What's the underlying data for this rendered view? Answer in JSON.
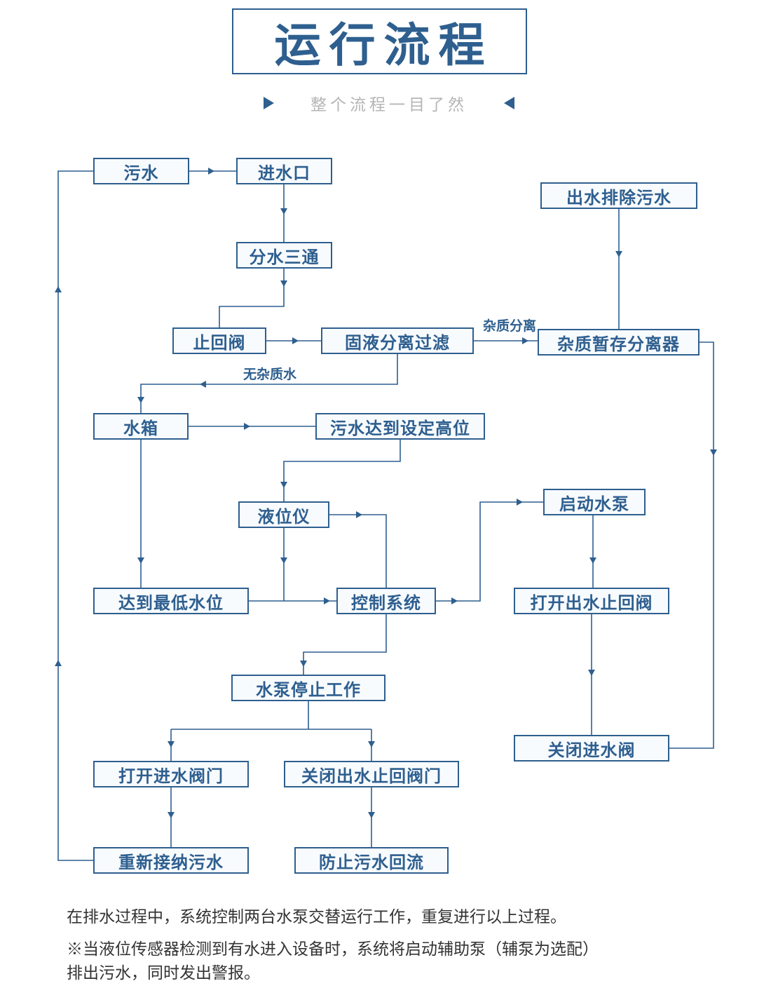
{
  "title": "运行流程",
  "subtitle": "整个流程一目了然",
  "nodes": {
    "sewage": {
      "label": "污水"
    },
    "inlet": {
      "label": "进水口"
    },
    "outlet_discharge": {
      "label": "出水排除污水"
    },
    "tee": {
      "label": "分水三通"
    },
    "check_valve": {
      "label": "止回阀"
    },
    "solid_liquid_filter": {
      "label": "固液分离过滤"
    },
    "impurity_separator": {
      "label": "杂质暂存分离器"
    },
    "water_tank": {
      "label": "水箱"
    },
    "high_level": {
      "label": "污水达到设定高位"
    },
    "start_pump": {
      "label": "启动水泵"
    },
    "level_gauge": {
      "label": "液位仪"
    },
    "low_level": {
      "label": "达到最低水位"
    },
    "control_system": {
      "label": "控制系统"
    },
    "open_outlet_check_valve": {
      "label": "打开出水止回阀"
    },
    "pump_stop": {
      "label": "水泵停止工作"
    },
    "close_inlet_valve": {
      "label": "关闭进水阀"
    },
    "open_inlet_valve": {
      "label": "打开进水阀门"
    },
    "close_outlet_check_valve": {
      "label": "关闭出水止回阀门"
    },
    "reaccept_sewage": {
      "label": "重新接纳污水"
    },
    "prevent_backflow": {
      "label": "防止污水回流"
    }
  },
  "edge_labels": {
    "impurity_separation": "杂质分离",
    "clean_water": "无杂质水"
  },
  "footer": {
    "line1": "在排水过程中，系统控制两台水泵交替运行工作，重复进行以上过程。",
    "line2": "※当液位传感器检测到有水进入设备时，系统将启动辅助泵（辅泵为选配）",
    "line3": "排出污水，同时发出警报。"
  },
  "colors": {
    "accent": "#2e5f8f",
    "node_background": "#f8fbfe",
    "subtitle_gray": "#b5b5b5",
    "footer_text": "#333333"
  }
}
